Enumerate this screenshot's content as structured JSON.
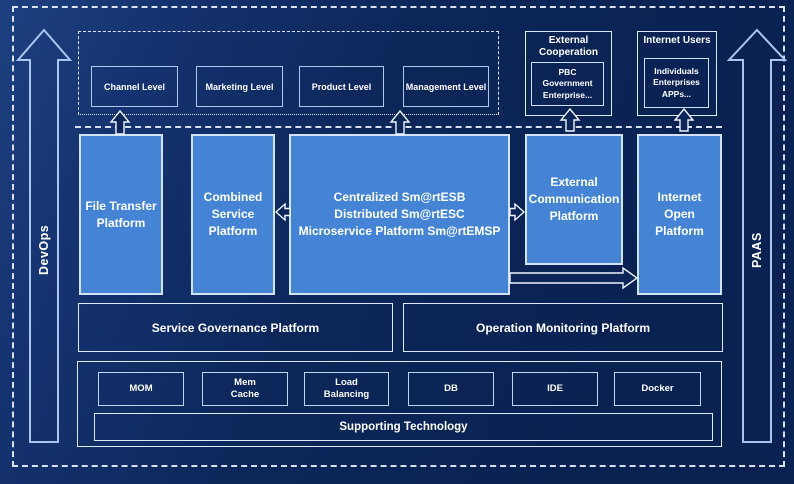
{
  "colors": {
    "background": "#0a2252",
    "platform_blue": "#4584d4",
    "border_light": "#d3e3f6",
    "text": "#ffffff"
  },
  "rails": {
    "left_label": "DevOps",
    "right_label": "PAAS"
  },
  "levels": {
    "items": [
      "Channel Level",
      "Marketing Level",
      "Product Level",
      "Management Level"
    ]
  },
  "external_cooperation": {
    "title": "External Cooperation",
    "members": "PBC Government Enterprise..."
  },
  "internet_users": {
    "title": "Internet Users",
    "members": "Individuals Enterprises APPs..."
  },
  "platforms": {
    "file_transfer": "File Transfer Platform",
    "combined_service": "Combined Service Platform",
    "central": {
      "lines": [
        "Centralized Sm@rtESB",
        "Distributed Sm@rtESC",
        "Microservice Platform Sm@rtEMSP"
      ]
    },
    "external_communication": "External Communication Platform",
    "internet_open": "Internet Open Platform"
  },
  "governance": {
    "service_governance": "Service Governance Platform",
    "operation_monitoring": "Operation Monitoring Platform"
  },
  "supporting": {
    "technologies": [
      "MOM",
      "Mem\nCache",
      "Load\nBalancing",
      "DB",
      "IDE",
      "Docker"
    ],
    "label": "Supporting Technology"
  }
}
